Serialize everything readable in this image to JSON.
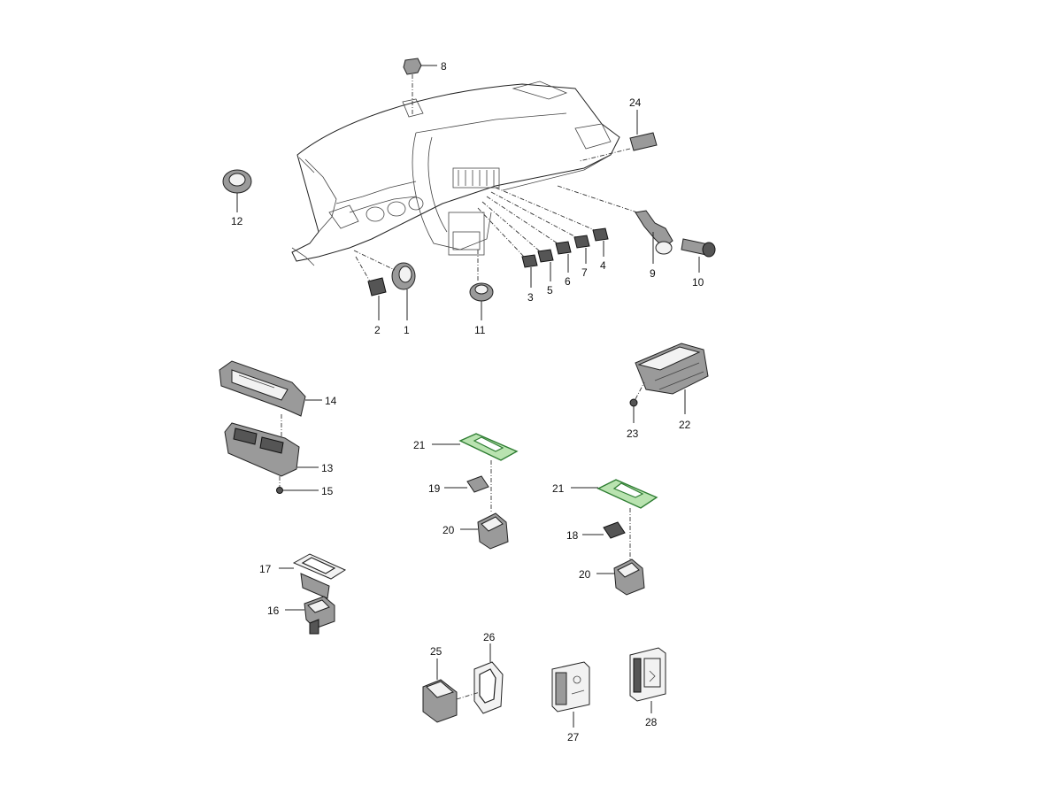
{
  "colors": {
    "highlight": "#b9e3b0",
    "highlight_stroke": "#2e7d32",
    "line": "#222222"
  },
  "callouts": {
    "c1": "1",
    "c2": "2",
    "c3": "3",
    "c4": "4",
    "c5": "5",
    "c6": "6",
    "c7": "7",
    "c8": "8",
    "c9": "9",
    "c10": "10",
    "c11": "11",
    "c12": "12",
    "c13": "13",
    "c14": "14",
    "c15": "15",
    "c16": "16",
    "c17": "17",
    "c18": "18",
    "c19": "19",
    "c20a": "20",
    "c20b": "20",
    "c21a": "21",
    "c21b": "21",
    "c22": "22",
    "c23": "23",
    "c24": "24",
    "c25": "25",
    "c26": "26",
    "c27": "27",
    "c28": "28"
  }
}
